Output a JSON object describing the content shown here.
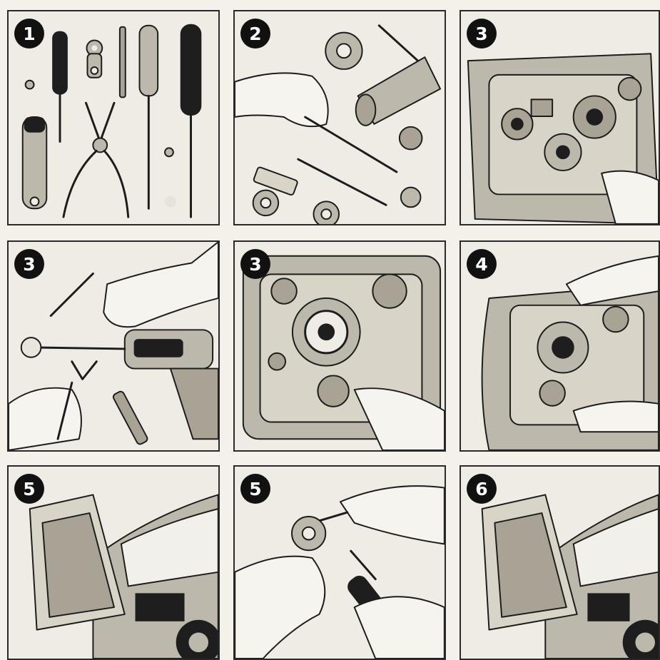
{
  "panels": [
    {
      "step": "1",
      "subject": "tools"
    },
    {
      "step": "2",
      "subject": "removing-fasteners"
    },
    {
      "step": "3",
      "subject": "door-panel-mechanism"
    },
    {
      "step": "3",
      "subject": "drill-and-pliers"
    },
    {
      "step": "3",
      "subject": "mechanism-closeup"
    },
    {
      "step": "4",
      "subject": "door-panel-install"
    },
    {
      "step": "5",
      "subject": "car-open-door"
    },
    {
      "step": "5",
      "subject": "grommet-screwdriver"
    },
    {
      "step": "6",
      "subject": "car-open-door-final"
    }
  ],
  "colors": {
    "ink": "#1c1c1c",
    "paper": "#eeece4",
    "metal": "#bdb8ac",
    "badge": "#111111"
  }
}
